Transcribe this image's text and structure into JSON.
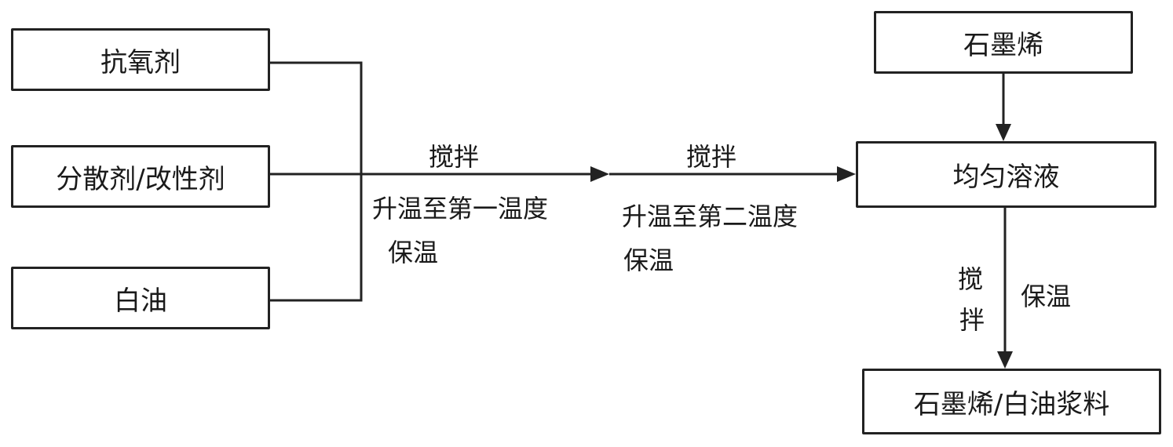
{
  "diagram": {
    "inputs": [
      {
        "label": "抗氧剂"
      },
      {
        "label": "分散剂/改性剂"
      },
      {
        "label": "白油"
      }
    ],
    "step1": {
      "above": "搅拌",
      "below_line1": "升温至第一温度",
      "below_line2": "保温"
    },
    "step2": {
      "above": "搅拌",
      "below_line1": "升温至第二温度",
      "below_line2": "保温"
    },
    "graphene": {
      "label": "石墨烯"
    },
    "solution": {
      "label": "均匀溶液"
    },
    "step3": {
      "left_char1": "搅",
      "left_char2": "拌",
      "right": "保温"
    },
    "product": {
      "label": "石墨烯/白油浆料"
    },
    "colors": {
      "line": "#222222",
      "background": "#ffffff"
    }
  }
}
